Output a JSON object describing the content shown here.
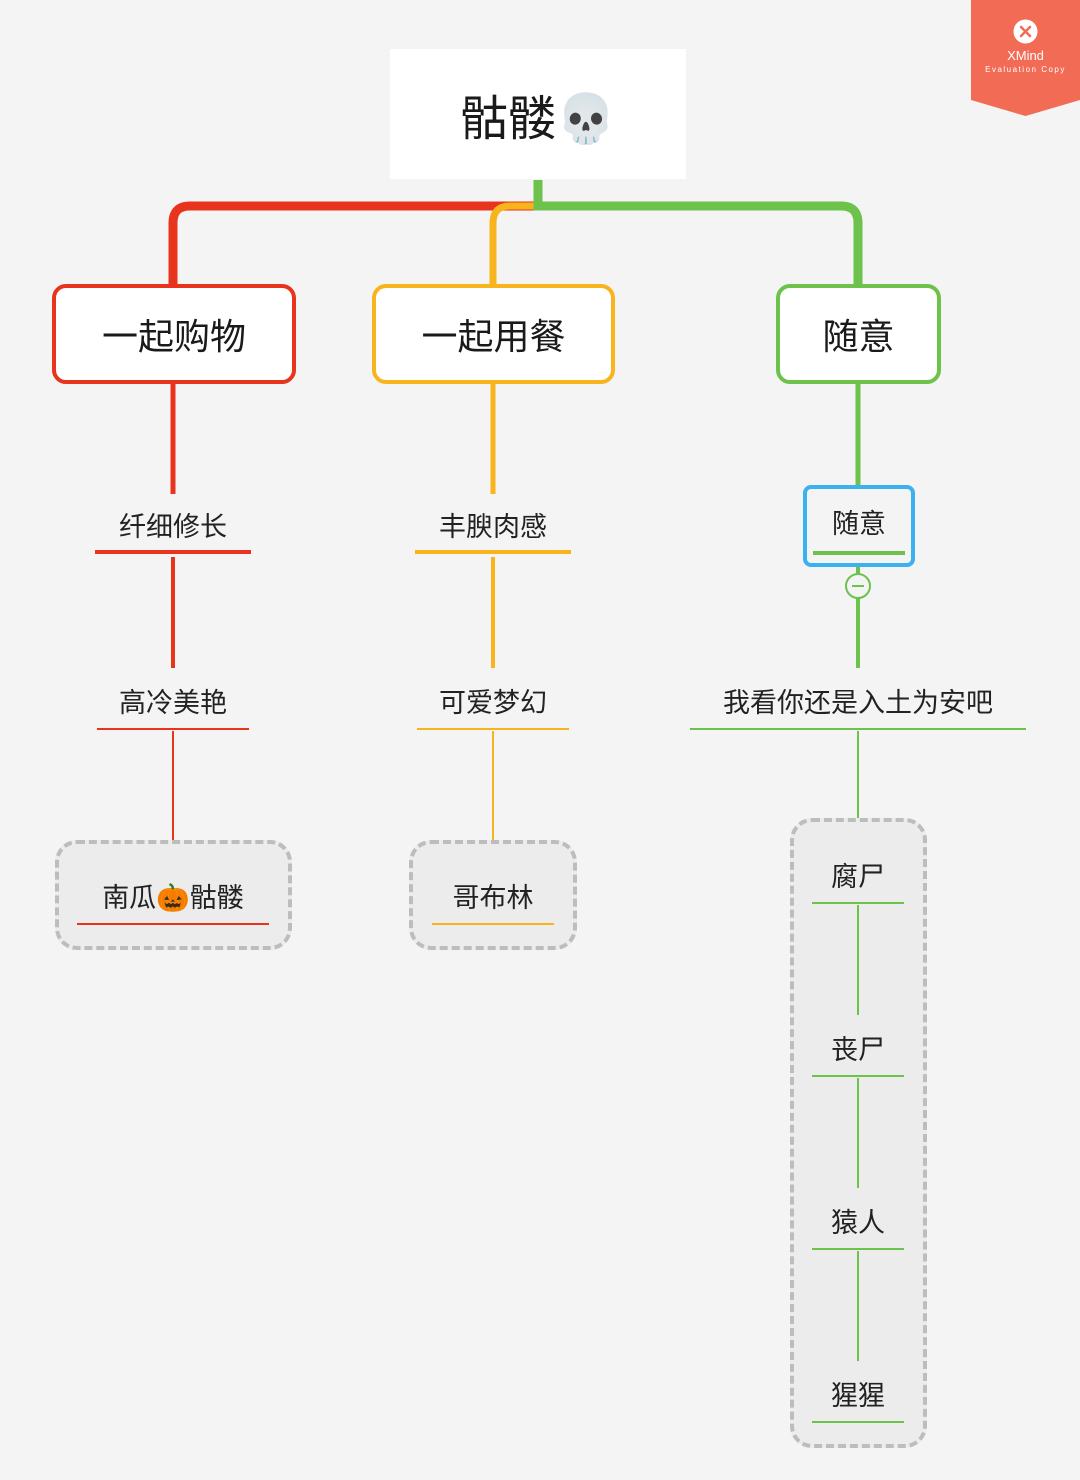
{
  "root": {
    "label": "骷髅💀"
  },
  "branches": [
    {
      "label": "一起购物",
      "color": "#e8341c",
      "children": [
        "纤细修长",
        "高冷美艳"
      ],
      "group": [
        "南瓜🎃骷髅"
      ]
    },
    {
      "label": "一起用餐",
      "color": "#f8b41d",
      "children": [
        "丰腴肉感",
        "可爱梦幻"
      ],
      "group": [
        "哥布林"
      ]
    },
    {
      "label": "随意",
      "color": "#6cc24a",
      "children": [
        "随意",
        "我看你还是入土为安吧"
      ],
      "group": [
        "腐尸",
        "丧尸",
        "猿人",
        "猩猩"
      ]
    }
  ],
  "selection_color": "#3bb1f0",
  "watermark": {
    "name": "XMind",
    "sub": "Evaluation Copy",
    "color": "#f26b55"
  }
}
